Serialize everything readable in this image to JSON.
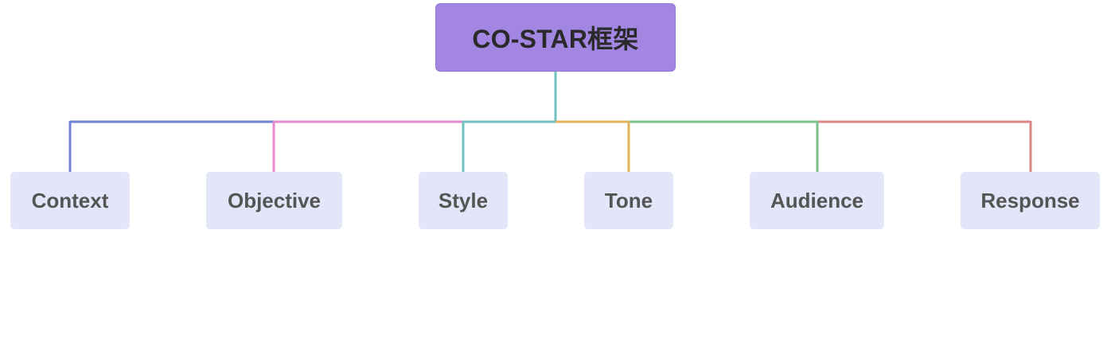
{
  "diagram": {
    "root": {
      "label": "CO-STAR框架",
      "color": "#a286e2"
    },
    "children": [
      {
        "label": "Context",
        "color": "#6f82d6"
      },
      {
        "label": "Objective",
        "color": "#e58ad2"
      },
      {
        "label": "Style",
        "color": "#6fc2bf"
      },
      {
        "label": "Tone",
        "color": "#e3b45a"
      },
      {
        "label": "Audience",
        "color": "#7bc28a"
      },
      {
        "label": "Response",
        "color": "#e08585"
      }
    ],
    "node_fill": "#e2e6f8",
    "text_color": "#555555"
  }
}
